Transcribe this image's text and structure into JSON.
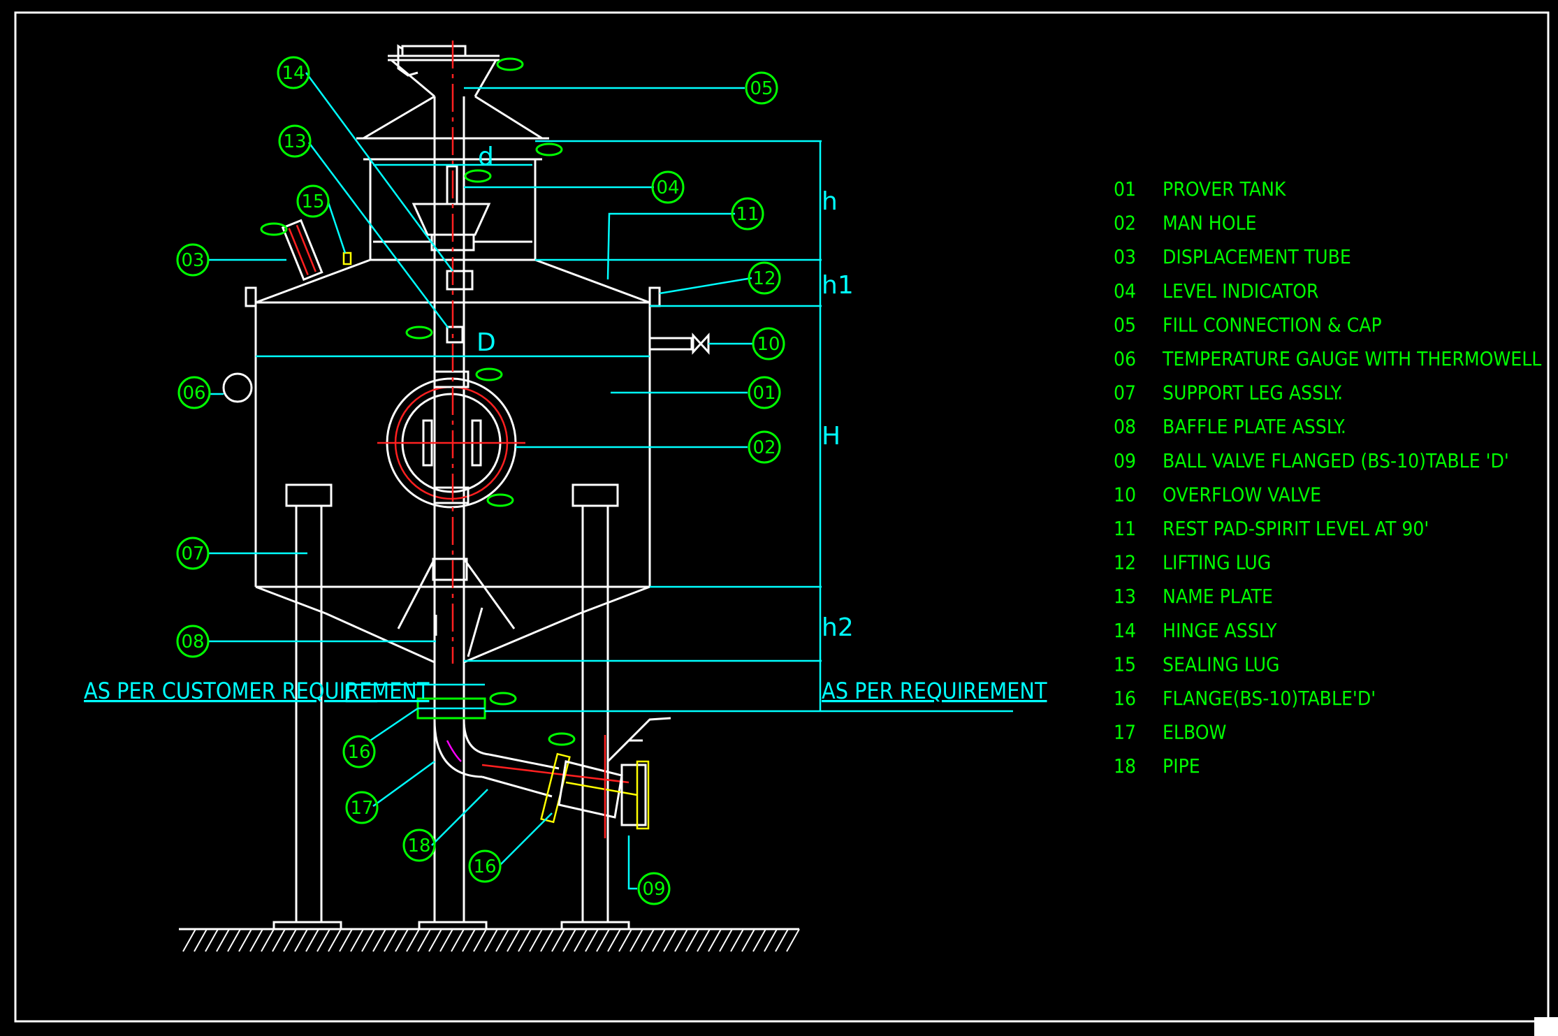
{
  "callouts": [
    {
      "id": "14",
      "label": "14"
    },
    {
      "id": "05",
      "label": "05"
    },
    {
      "id": "13",
      "label": "13"
    },
    {
      "id": "04",
      "label": "04"
    },
    {
      "id": "15",
      "label": "15"
    },
    {
      "id": "11",
      "label": "11"
    },
    {
      "id": "03",
      "label": "03"
    },
    {
      "id": "12",
      "label": "12"
    },
    {
      "id": "10",
      "label": "10"
    },
    {
      "id": "06",
      "label": "06"
    },
    {
      "id": "01",
      "label": "01"
    },
    {
      "id": "02",
      "label": "02"
    },
    {
      "id": "07",
      "label": "07"
    },
    {
      "id": "08",
      "label": "08"
    },
    {
      "id": "16a",
      "label": "16"
    },
    {
      "id": "17",
      "label": "17"
    },
    {
      "id": "18",
      "label": "18"
    },
    {
      "id": "16b",
      "label": "16"
    },
    {
      "id": "09",
      "label": "09"
    }
  ],
  "dimensions": {
    "h": "h",
    "h1": "h1",
    "H": "H",
    "h2": "h2",
    "d": "d",
    "D": "D"
  },
  "notes": {
    "left": "AS PER CUSTOMER REQUIREMENT",
    "right": "AS PER REQUIREMENT"
  },
  "legend": [
    {
      "num": "01",
      "text": "PROVER TANK"
    },
    {
      "num": "02",
      "text": "MAN HOLE"
    },
    {
      "num": "03",
      "text": "DISPLACEMENT TUBE"
    },
    {
      "num": "04",
      "text": "LEVEL INDICATOR"
    },
    {
      "num": "05",
      "text": "FILL CONNECTION & CAP"
    },
    {
      "num": "06",
      "text": "TEMPERATURE GAUGE WITH THERMOWELL"
    },
    {
      "num": "07",
      "text": "SUPPORT LEG ASSLY."
    },
    {
      "num": "08",
      "text": "BAFFLE PLATE ASSLY."
    },
    {
      "num": "09",
      "text": "BALL VALVE FLANGED (BS-10)TABLE 'D'"
    },
    {
      "num": "10",
      "text": "OVERFLOW VALVE"
    },
    {
      "num": "11",
      "text": "REST PAD-SPIRIT LEVEL AT 90'"
    },
    {
      "num": "12",
      "text": "LIFTING LUG"
    },
    {
      "num": "13",
      "text": "NAME PLATE"
    },
    {
      "num": "14",
      "text": "HINGE ASSLY"
    },
    {
      "num": "15",
      "text": "SEALING LUG"
    },
    {
      "num": "16",
      "text": "FLANGE(BS-10)TABLE'D'"
    },
    {
      "num": "17",
      "text": "ELBOW"
    },
    {
      "num": "18",
      "text": "PIPE"
    }
  ],
  "colors": {
    "background": "#000000",
    "callout": "#00ff00",
    "leader": "#00ffff",
    "outline": "#ffffff",
    "centerline": "#ff2020"
  }
}
